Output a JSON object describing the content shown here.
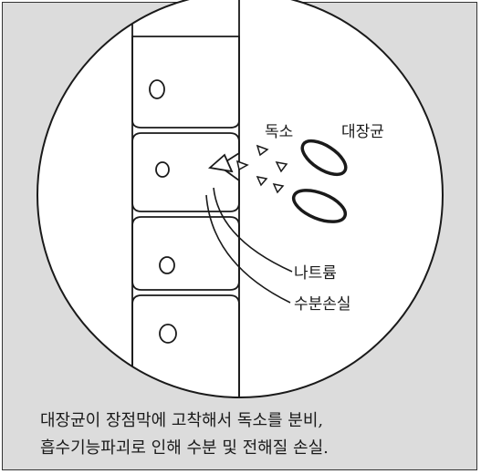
{
  "labels": {
    "toxin": "독소",
    "ecoli": "대장균",
    "sodium": "나트륨",
    "water_loss": "수분손실"
  },
  "caption": {
    "line1": "대장균이 장점막에 고착해서 독소를 분비,",
    "line2": "흡수기능파괴로 인해 수분 및 전해질 손실."
  },
  "colors": {
    "background": "#dcdcdc",
    "circle_fill": "#ffffff",
    "ink": "#1a1a1a"
  }
}
